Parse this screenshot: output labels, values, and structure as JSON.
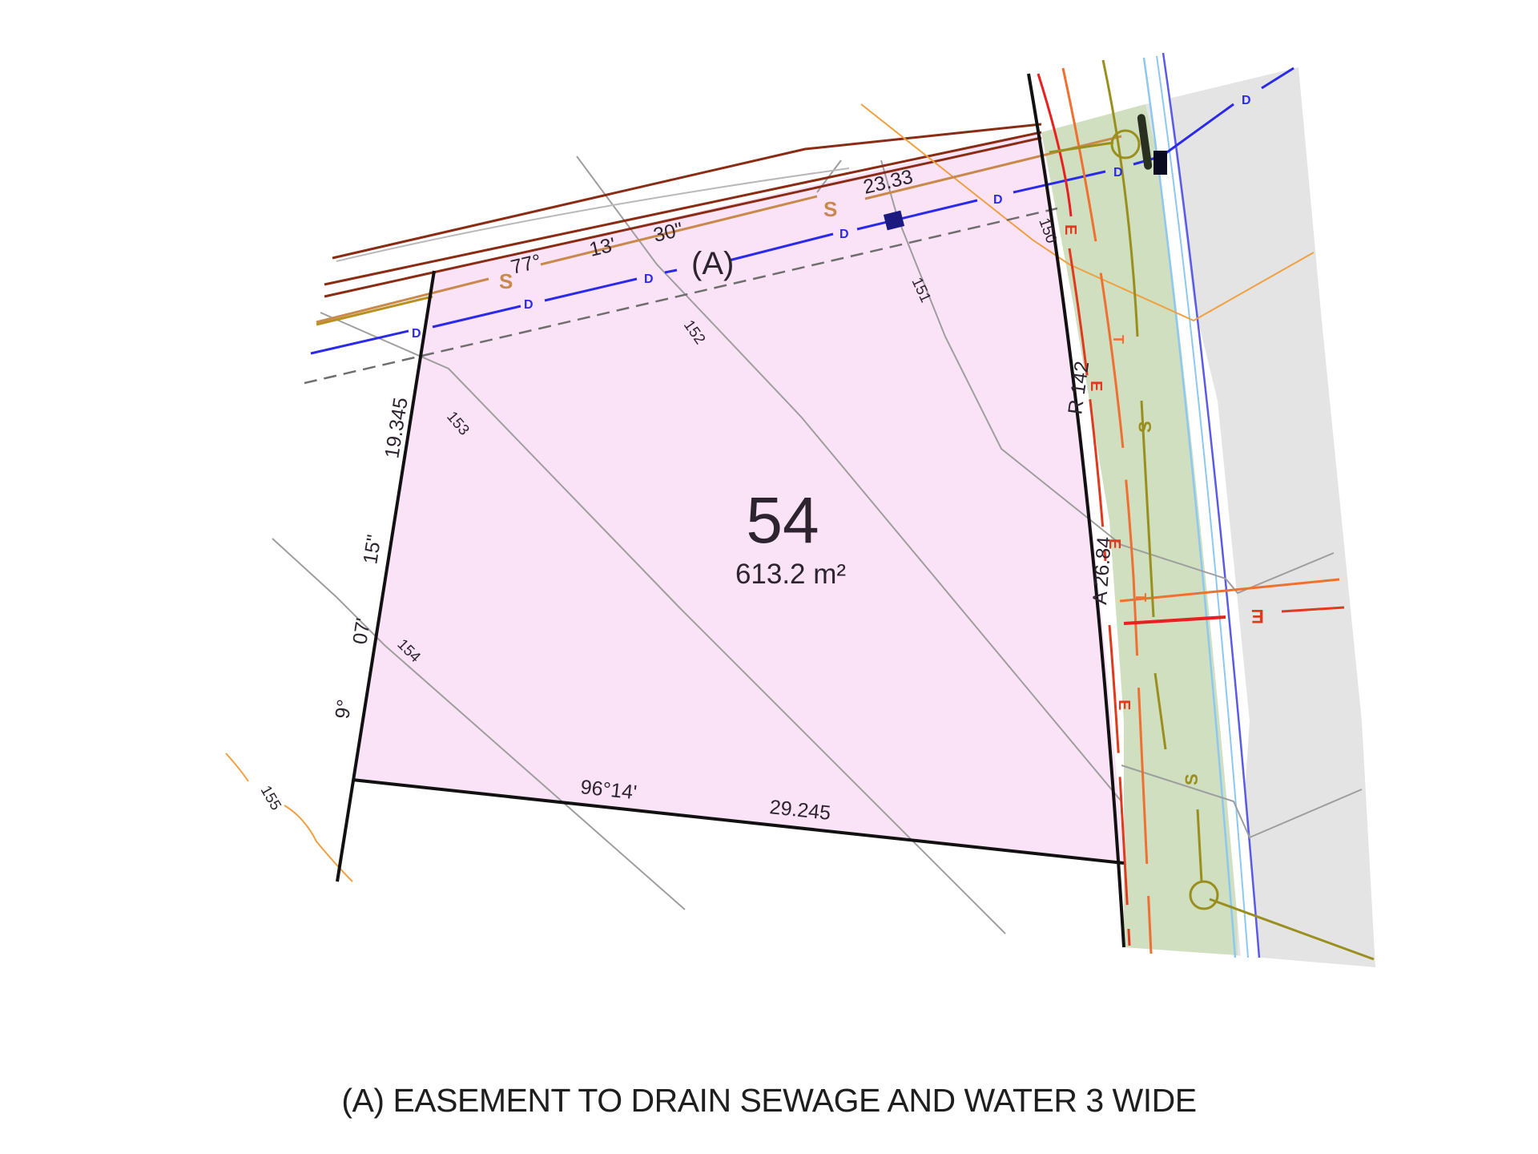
{
  "lot": {
    "number": "54",
    "area": "613.2 m²",
    "fill_color": "#fbe3f7"
  },
  "dimensions": {
    "left_length": "19.345",
    "left_bearing_deg": "9°",
    "left_bearing_min": "07'",
    "left_bearing_sec": "15\"",
    "top_bearing_deg": "77°",
    "top_bearing_min": "13'",
    "top_bearing_sec": "30\"",
    "top_length": "23.33",
    "bottom_bearing": "96°14'",
    "bottom_length": "29.245",
    "arc_radius": "R 142",
    "arc_length": "A 26.84"
  },
  "contours": [
    "150",
    "151",
    "152",
    "153",
    "154",
    "155"
  ],
  "easement_marker": "(A)",
  "service_labels": {
    "drain": "D",
    "sewer": "S",
    "electric": "E",
    "telecom": "T"
  },
  "colors": {
    "verge_green": "#cfdfc0",
    "road_grey": "#e4e4e4",
    "drain_blue": "#2a2ae8",
    "sewer_tan": "#c8894a",
    "sewer_olive": "#9a8f1e",
    "electric_red": "#e03a1e",
    "boundary_black": "#111111",
    "adjacent_brown": "#8a2b14"
  },
  "caption": "(A)  EASEMENT TO DRAIN SEWAGE AND WATER 3 WIDE"
}
